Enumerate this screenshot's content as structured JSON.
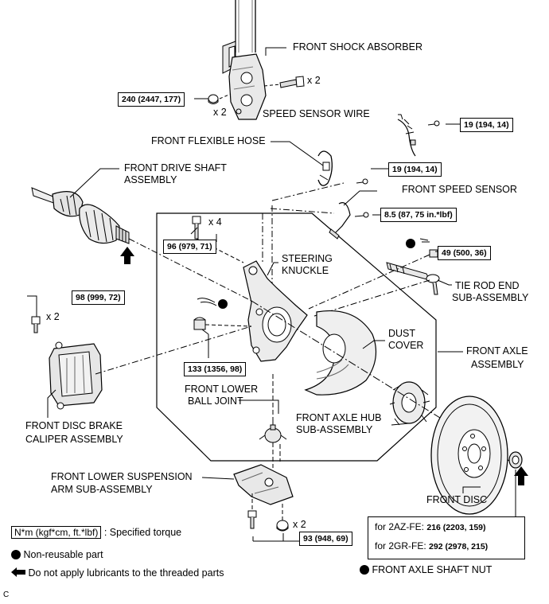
{
  "labels": {
    "front_shock_absorber": "FRONT SHOCK ABSORBER",
    "speed_sensor_wire": "SPEED SENSOR WIRE",
    "front_flexible_hose": "FRONT FLEXIBLE HOSE",
    "front_drive_shaft_1": "FRONT DRIVE SHAFT",
    "front_drive_shaft_2": "ASSEMBLY",
    "front_speed_sensor": "FRONT SPEED SENSOR",
    "steering_knuckle_1": "STEERING",
    "steering_knuckle_2": "KNUCKLE",
    "tie_rod_end_1": "TIE ROD END",
    "tie_rod_end_2": "SUB-ASSEMBLY",
    "dust_cover_1": "DUST",
    "dust_cover_2": "COVER",
    "front_axle_assembly_1": "FRONT AXLE",
    "front_axle_assembly_2": "ASSEMBLY",
    "front_lower_ball_joint_1": "FRONT LOWER",
    "front_lower_ball_joint_2": "BALL JOINT",
    "front_axle_hub_1": "FRONT AXLE HUB",
    "front_axle_hub_2": "SUB-ASSEMBLY",
    "front_disc_brake_1": "FRONT DISC BRAKE",
    "front_disc_brake_2": "CALIPER ASSEMBLY",
    "front_lower_suspension_1": "FRONT LOWER SUSPENSION",
    "front_lower_suspension_2": "ARM SUB-ASSEMBLY",
    "front_disc": "FRONT DISC",
    "front_axle_shaft_nut": "FRONT AXLE SHAFT NUT",
    "corner_mark": "C"
  },
  "torques": {
    "shock_bolts": "240 (2447, 177)",
    "speed_sensor_wire": "19 (194, 14)",
    "flexible_hose": "19 (194, 14)",
    "speed_sensor": "8.5 (87, 75 in.*lbf)",
    "knuckle_bolts": "96 (979, 71)",
    "tie_rod_nut": "49 (500, 36)",
    "caliper_bolts": "98 (999, 72)",
    "ball_joint_nut": "133 (1356, 98)",
    "suspension_arm": "93 (948, 69)"
  },
  "quantities": {
    "shock_bolts_right": "x 2",
    "shock_nuts_left": "x 2",
    "knuckle_bolts": "x 4",
    "caliper_bolts": "x 2",
    "suspension_arm_nuts": "x 2"
  },
  "axle_nut": {
    "row1_label": "for 2AZ-FE:",
    "row1_value": "216 (2203, 159)",
    "row2_label": "for 2GR-FE:",
    "row2_value": "292 (2978, 215)"
  },
  "legend": {
    "torque_unit": "N*m (kgf*cm, ft.*lbf)",
    "torque_desc": ": Specified torque",
    "non_reusable": "Non-reusable part",
    "no_lubricant": "Do not apply lubricants to the threaded parts"
  },
  "colors": {
    "ink": "#000000",
    "background": "#ffffff",
    "shade": "#d8d8d8"
  }
}
